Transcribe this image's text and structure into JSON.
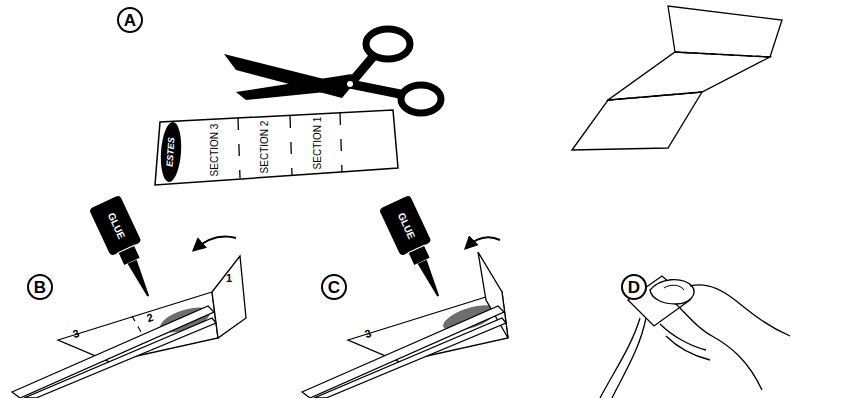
{
  "diagram": {
    "nodes": [
      {
        "text": [
          "A"
        ]
      },
      {
        "text": [
          "B"
        ]
      },
      {
        "text": [
          "C"
        ]
      },
      {
        "text": [
          "D"
        ]
      }
    ],
    "labels": [
      "ESTES",
      "SECTION 3",
      "SECTION 2",
      "SECTION 1",
      "GLUE",
      "3",
      "2",
      "1",
      "GLUE",
      "3"
    ]
  }
}
